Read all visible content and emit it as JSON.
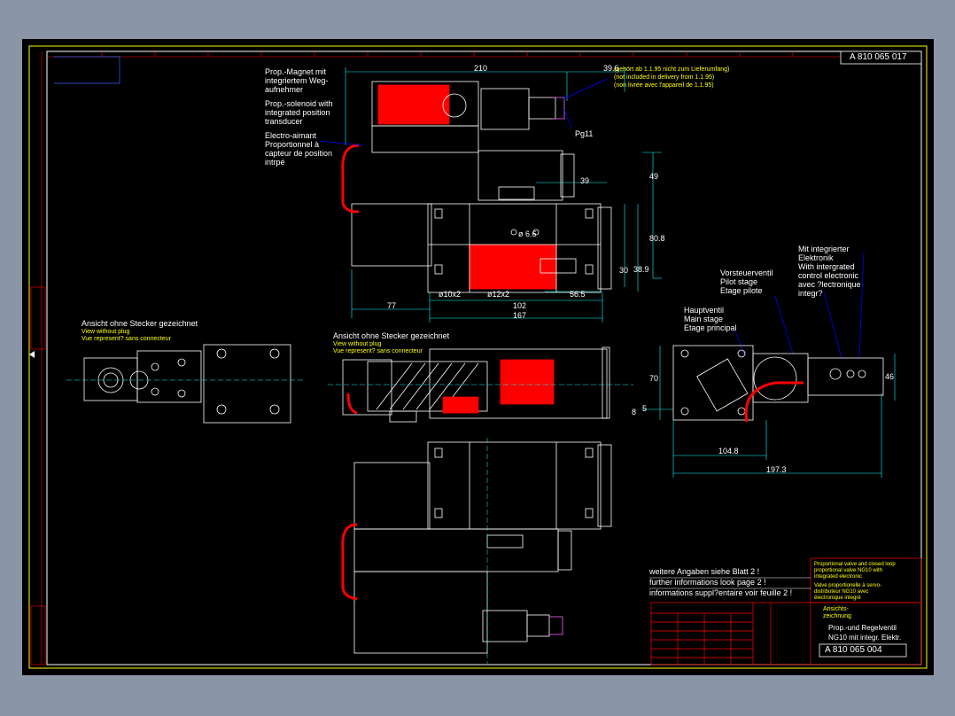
{
  "drawing_number": "A 810 065 017",
  "drawing_number_bottom": "A 810 065 004",
  "labels": {
    "magnet_de": "Prop.-Magnet mit\nintegriertem Weg-\naufnehmer",
    "magnet_en": "Prop.-solenoid with\nintegrated position\ntransducer",
    "magnet_fr": "Electro-aimant\nProportionnel à\ncapteur de position\nintrpé",
    "note_de": "(gehört ab 1.1.95 nicht zum Lieferumfang)",
    "note_en": "(not included in delivery from 1.1.95)",
    "note_fr": "(non livrée avec l'appareil de 1.1.95)",
    "pg11": "Pg11",
    "view1_de": "Ansicht ohne Stecker gezeichnet",
    "view1_en": "View without plug",
    "view1_fr": "Vue represent? sans connecteur",
    "view2_de": "Ansicht ohne Stecker gezeichnet",
    "view2_en": "View without plug",
    "view2_fr": "Vue represent? sans connecteur",
    "elec_de": "Mit integrierter\nElektronik",
    "elec_en": "With intergrated\ncontrol electronic",
    "elec_fr": "avec ?lectronique\nintegr?",
    "pilot_de": "Vorsteuerventil",
    "pilot_en": "Pilot stage",
    "pilot_fr": "Etage pilote",
    "main_de": "Hauptventil",
    "main_en": "Main stage",
    "main_fr": "Etage principal",
    "further_de": "weitere Angaben siehe Blatt 2 !",
    "further_en": "further informations look page 2 !",
    "further_fr": "informations suppl?entaire voir feuille 2 !",
    "title_box_1": "Proportional valve and closed loop\nproportional valve NG10 with\nintegrated electronic",
    "title_box_2": "Valve proportionelle à servo-\ndistributeur NG10 avec\nélectronique integré",
    "title_main": "Prop.-und Regelventil",
    "title_sub": "NG10 mit integr. Elektr.",
    "ansicht": "Ansichts-\nzeichnung"
  },
  "dimensions": {
    "d210": "210",
    "d39_6": "39.6",
    "d39": "39",
    "d49": "49",
    "d80_8": "80.8",
    "d38_9": "38.9",
    "d30": "30",
    "d6_6": "ø 6.6",
    "d10x2": "ø10x2",
    "d12x2": "ø12x2",
    "d56_5": "56.5",
    "d102": "102",
    "d77": "77",
    "d167": "167",
    "d70": "70",
    "d5": "5",
    "d8": "8",
    "d104_8": "104.8",
    "d197_3": "197.3",
    "d46": "46"
  },
  "colors": {
    "background": "#000000",
    "frame": "#ffff00",
    "line": "#ffffff",
    "accent": "#ff0000",
    "dim": "#00ffff",
    "leader": "#0000ff"
  }
}
